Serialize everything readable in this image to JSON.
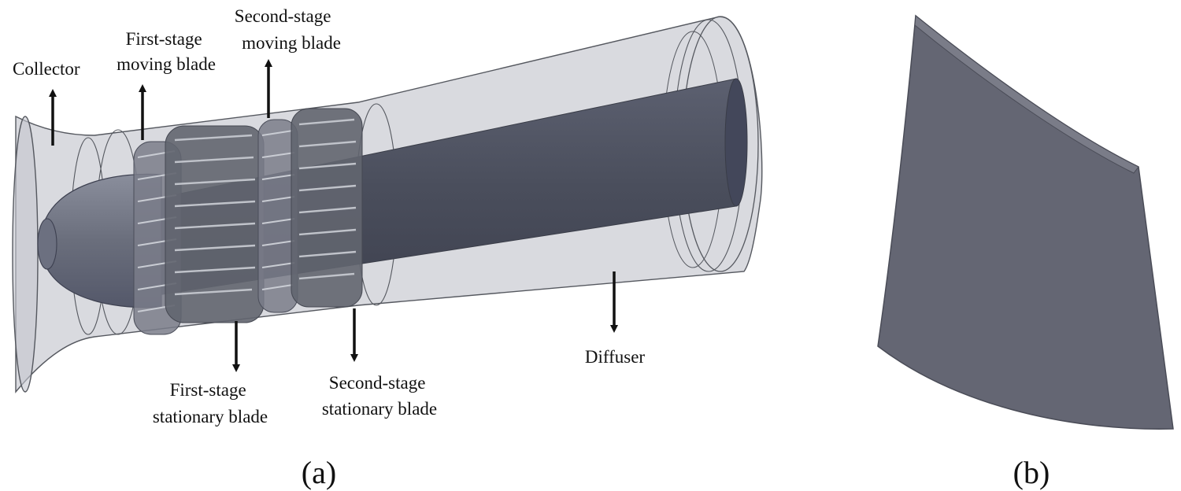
{
  "panel_a": {
    "caption": "(a)",
    "labels": {
      "collector": "Collector",
      "first_moving": [
        "First-stage",
        "moving blade"
      ],
      "second_moving": [
        "Second-stage",
        "moving blade"
      ],
      "first_stationary": [
        "First-stage",
        "stationary blade"
      ],
      "second_stationary": [
        "Second-stage",
        "stationary blade"
      ],
      "diffuser": "Diffuser"
    }
  },
  "panel_b": {
    "caption": "(b)"
  },
  "colors": {
    "shell_fill": "#b9bcc4",
    "shell_stroke": "#55585f",
    "shaft": "#4f5361",
    "blade": "#646673",
    "text": "#111111"
  }
}
